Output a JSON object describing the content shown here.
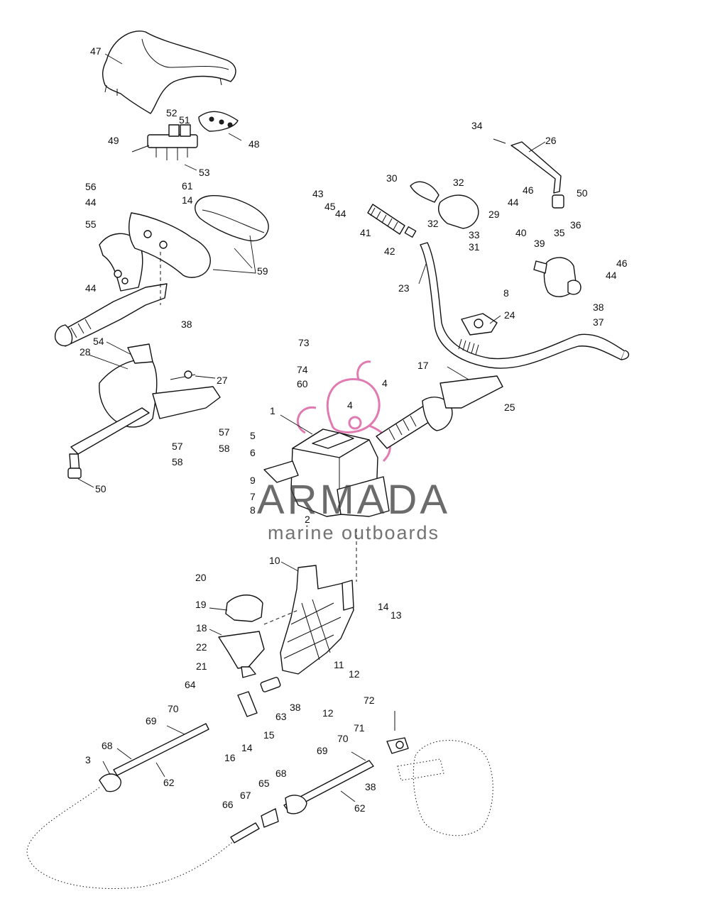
{
  "watermark": {
    "title": "ARMADA",
    "subtitle": "marine outboards",
    "logo_color": "#e07ab0",
    "text_color": "#3a3a3a"
  },
  "part_numbers": [
    "1",
    "2",
    "3",
    "4",
    "5",
    "6",
    "7",
    "8",
    "9",
    "10",
    "11",
    "12",
    "13",
    "14",
    "15",
    "16",
    "17",
    "18",
    "19",
    "20",
    "21",
    "22",
    "23",
    "24",
    "25",
    "26",
    "27",
    "28",
    "29",
    "30",
    "31",
    "32",
    "33",
    "34",
    "35",
    "36",
    "37",
    "38",
    "39",
    "40",
    "41",
    "42",
    "43",
    "44",
    "45",
    "46",
    "47",
    "48",
    "49",
    "50",
    "51",
    "52",
    "53",
    "54",
    "55",
    "56",
    "57",
    "58",
    "59",
    "60",
    "61",
    "62",
    "63",
    "64",
    "65",
    "66",
    "67",
    "68",
    "69",
    "70",
    "71",
    "72",
    "73",
    "74"
  ]
}
